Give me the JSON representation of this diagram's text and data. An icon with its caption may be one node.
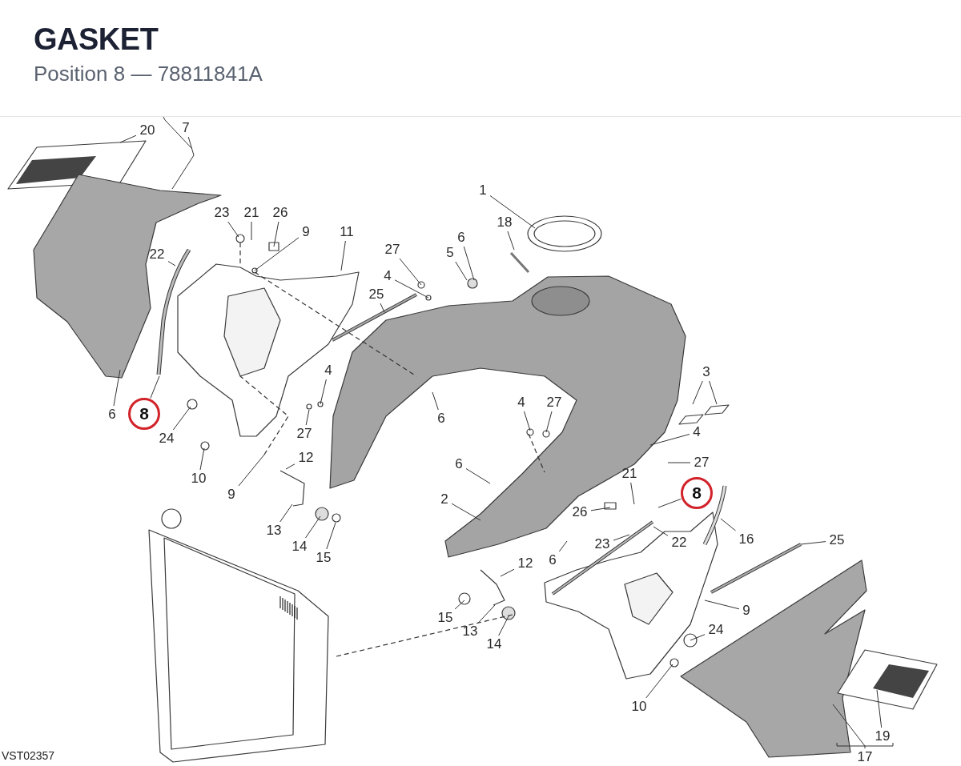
{
  "diagram": {
    "title": "GASKET",
    "caption": "Position 8 — 78811841A",
    "nodes": [
      {
        "text": [
          "20"
        ]
      },
      {
        "text": [
          "7"
        ]
      },
      {
        "text": [
          "1"
        ]
      },
      {
        "text": [
          "23"
        ]
      },
      {
        "text": [
          "21"
        ]
      },
      {
        "text": [
          "26"
        ]
      },
      {
        "text": [
          "18"
        ]
      },
      {
        "text": [
          "9"
        ]
      },
      {
        "text": [
          "11"
        ]
      },
      {
        "text": [
          "6"
        ]
      },
      {
        "text": [
          "27"
        ]
      },
      {
        "text": [
          "5"
        ]
      },
      {
        "text": [
          "22"
        ]
      },
      {
        "text": [
          "4"
        ]
      },
      {
        "text": [
          "25"
        ]
      },
      {
        "text": [
          "3"
        ]
      },
      {
        "text": [
          "4"
        ]
      },
      {
        "text": [
          "4"
        ]
      },
      {
        "text": [
          "27"
        ]
      },
      {
        "text": [
          "6"
        ]
      },
      {
        "text": [
          "8"
        ]
      },
      {
        "text": [
          "27"
        ]
      },
      {
        "text": [
          "24"
        ]
      },
      {
        "text": [
          "6"
        ]
      },
      {
        "text": [
          "4"
        ]
      },
      {
        "text": [
          "12"
        ]
      },
      {
        "text": [
          "27"
        ]
      },
      {
        "text": [
          "6"
        ]
      },
      {
        "text": [
          "10"
        ]
      },
      {
        "text": [
          "8"
        ]
      },
      {
        "text": [
          "21"
        ]
      },
      {
        "text": [
          "9"
        ]
      },
      {
        "text": [
          "2"
        ]
      },
      {
        "text": [
          "26"
        ]
      },
      {
        "text": [
          "22"
        ]
      },
      {
        "text": [
          "23"
        ]
      },
      {
        "text": [
          "13"
        ]
      },
      {
        "text": [
          "16"
        ]
      },
      {
        "text": [
          "25"
        ]
      },
      {
        "text": [
          "14"
        ]
      },
      {
        "text": [
          "6"
        ]
      },
      {
        "text": [
          "15"
        ]
      },
      {
        "text": [
          "12"
        ]
      },
      {
        "text": [
          "9"
        ]
      },
      {
        "text": [
          "15"
        ]
      },
      {
        "text": [
          "24"
        ]
      },
      {
        "text": [
          "13"
        ]
      },
      {
        "text": [
          "14"
        ]
      },
      {
        "text": [
          "10"
        ]
      },
      {
        "text": [
          "19"
        ]
      },
      {
        "text": [
          "17"
        ]
      }
    ],
    "edges": [
      {
        "from": 0,
        "to": null,
        "arrow": "none"
      },
      {
        "from": 1,
        "to": null,
        "arrow": "none"
      },
      {
        "from": 2,
        "to": null,
        "arrow": "none"
      },
      {
        "from": 3,
        "to": null,
        "arrow": "none"
      },
      {
        "from": 4,
        "to": null,
        "arrow": "none"
      },
      {
        "from": 5,
        "to": null,
        "arrow": "none"
      },
      {
        "from": 6,
        "to": null,
        "arrow": "none"
      },
      {
        "from": 7,
        "to": null,
        "arrow": "none"
      },
      {
        "from": 8,
        "to": null,
        "arrow": "none"
      },
      {
        "from": 9,
        "to": null,
        "arrow": "none"
      },
      {
        "from": 10,
        "to": null,
        "arrow": "none"
      },
      {
        "from": 11,
        "to": null,
        "arrow": "none"
      },
      {
        "from": 12,
        "to": null,
        "arrow": "none"
      },
      {
        "from": 13,
        "to": null,
        "arrow": "none"
      },
      {
        "from": 14,
        "to": null,
        "arrow": "none"
      },
      {
        "from": 15,
        "to": null,
        "arrow": "none"
      },
      {
        "from": 15,
        "to": null,
        "arrow": "none"
      },
      {
        "from": 16,
        "to": null,
        "arrow": "none"
      },
      {
        "from": 17,
        "to": null,
        "arrow": "none"
      },
      {
        "from": 18,
        "to": null,
        "arrow": "none"
      },
      {
        "from": 19,
        "to": null,
        "arrow": "none"
      },
      {
        "from": 20,
        "to": null,
        "arrow": "none"
      },
      {
        "from": 21,
        "to": null,
        "arrow": "none"
      },
      {
        "from": 22,
        "to": null,
        "arrow": "none"
      },
      {
        "from": 23,
        "to": null,
        "arrow": "none"
      },
      {
        "from": 24,
        "to": null,
        "arrow": "none"
      },
      {
        "from": 25,
        "to": null,
        "arrow": "none"
      },
      {
        "from": 26,
        "to": null,
        "arrow": "none"
      },
      {
        "from": 27,
        "to": null,
        "arrow": "none"
      },
      {
        "from": 28,
        "to": null,
        "arrow": "none"
      },
      {
        "from": 29,
        "to": null,
        "arrow": "none"
      },
      {
        "from": 30,
        "to": null,
        "arrow": "none"
      },
      {
        "from": 31,
        "to": null,
        "arrow": "none"
      },
      {
        "from": 32,
        "to": null,
        "arrow": "none"
      },
      {
        "from": 33,
        "to": null,
        "arrow": "none"
      },
      {
        "from": 34,
        "to": null,
        "arrow": "none"
      },
      {
        "from": 35,
        "to": null,
        "arrow": "none"
      },
      {
        "from": 36,
        "to": null,
        "arrow": "none"
      },
      {
        "from": 37,
        "to": null,
        "arrow": "none"
      },
      {
        "from": 38,
        "to": null,
        "arrow": "none"
      },
      {
        "from": 39,
        "to": null,
        "arrow": "none"
      },
      {
        "from": 40,
        "to": null,
        "arrow": "none"
      },
      {
        "from": 41,
        "to": null,
        "arrow": "none"
      },
      {
        "from": 42,
        "to": null,
        "arrow": "none"
      },
      {
        "from": 43,
        "to": null,
        "arrow": "none"
      },
      {
        "from": 44,
        "to": null,
        "arrow": "none"
      },
      {
        "from": 45,
        "to": null,
        "arrow": "none"
      },
      {
        "from": 46,
        "to": null,
        "arrow": "none"
      },
      {
        "from": 47,
        "to": null,
        "arrow": "none"
      },
      {
        "from": 48,
        "to": null,
        "arrow": "none"
      },
      {
        "from": 49,
        "to": null,
        "arrow": "none"
      },
      {
        "from": 50,
        "to": null,
        "arrow": "none"
      }
    ],
    "labels": [
      "VST02357"
    ]
  }
}
